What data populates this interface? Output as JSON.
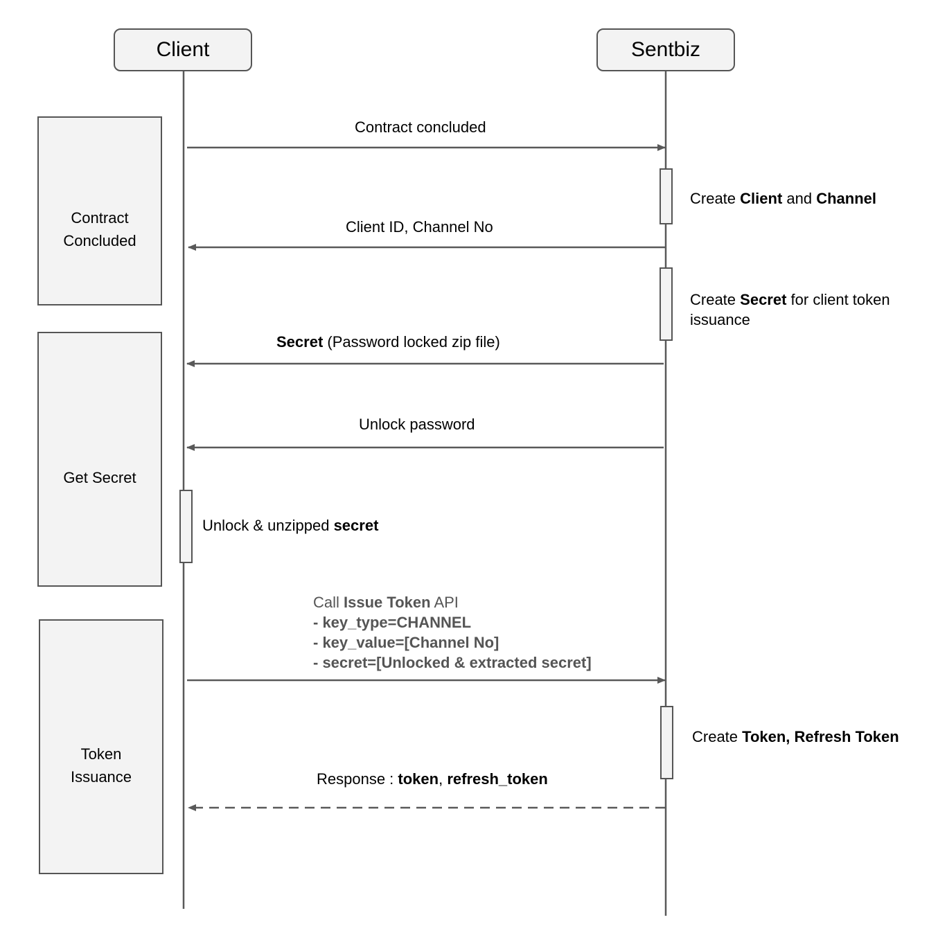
{
  "actors": {
    "client": "Client",
    "sentbiz": "Sentbiz"
  },
  "phases": {
    "contract": {
      "line1": "Contract",
      "line2": "Concluded"
    },
    "secret": {
      "line1": "Get Secret"
    },
    "token": {
      "line1": "Token",
      "line2": "Issuance"
    }
  },
  "messages": {
    "m1": "Contract concluded",
    "m2": "Client ID, Channel No",
    "m3": {
      "bold": "Secret",
      "rest": " (Password locked zip file)"
    },
    "m4": "Unlock password",
    "m5": {
      "l1a": "Call ",
      "l1b": "Issue Token",
      "l1c": " API",
      "l2": "- key_type=CHANNEL",
      "l3": "- key_value=[Channel No]",
      "l4": "- secret=[Unlocked & extracted secret]"
    },
    "m6": {
      "a": "Response : ",
      "b": "token",
      "c": ", ",
      "d": "refresh_token"
    }
  },
  "notes": {
    "n1": {
      "a": "Create ",
      "b": "Client",
      "c": " and ",
      "d": "Channel"
    },
    "n2": {
      "a": "Create ",
      "b": "Secret",
      "c": " for client token",
      "d": "issuance"
    },
    "n3": {
      "a": "Unlock & unzipped ",
      "b": "secret"
    },
    "n4": {
      "a": "Create ",
      "b": "Token, Refresh Token"
    }
  },
  "colors": {
    "line": "#595959",
    "fill": "#f3f3f3",
    "border": "#555555"
  }
}
